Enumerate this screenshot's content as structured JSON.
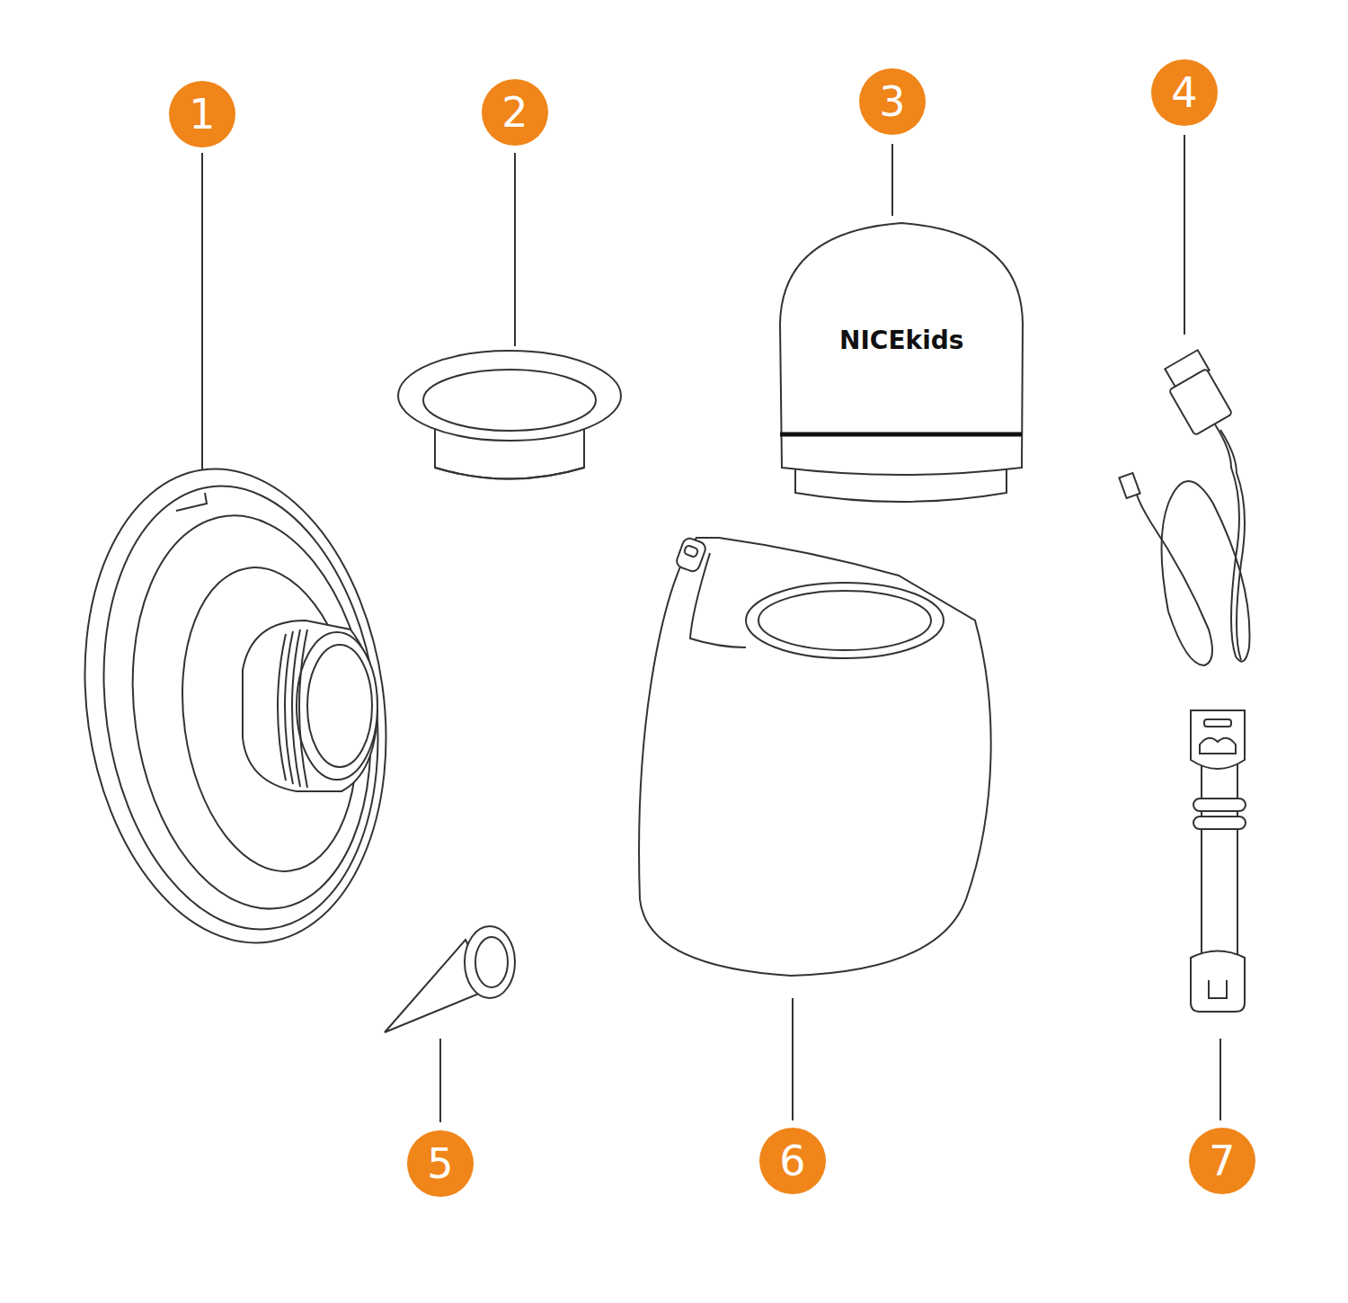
{
  "diagram": {
    "labels": [
      "1",
      "2",
      "3",
      "4",
      "NICEkids",
      "5",
      "6",
      "7"
    ]
  }
}
